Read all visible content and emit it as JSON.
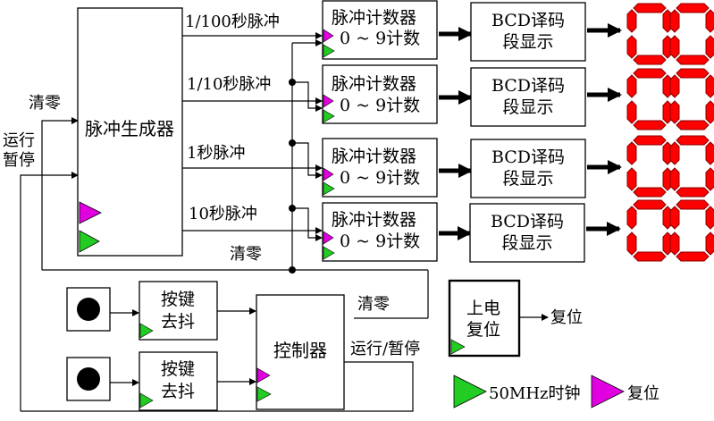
{
  "labels": {
    "reset_left": "清零",
    "run_pause_left_1": "运行",
    "run_pause_left_2": "暂停",
    "pulse_gen": "脉冲生成器",
    "pulse_100": "1/100秒脉冲",
    "pulse_10": "1/10秒脉冲",
    "pulse_1": "1秒脉冲",
    "pulse_10s": "10秒脉冲",
    "reset_mid": "清零",
    "counter_title": "脉冲计数器",
    "counter_range": "0 ~ 9计数",
    "bcd_line1": "BCD译码",
    "bcd_line2": "段显示",
    "debounce_line1": "按键",
    "debounce_line2": "去抖",
    "controller": "控制器",
    "ctrl_reset_out": "清零",
    "ctrl_run_out": "运行/暂停",
    "power_on_line1": "上电",
    "power_on_line2": "复位",
    "reset_out": "复位",
    "legend_clock": "50MHz时钟",
    "legend_reset": "复位"
  },
  "colors": {
    "clock": "#22cc22",
    "reset": "#e000e0",
    "segment_on": "#ff0000",
    "segment_outline": "#8b0000"
  },
  "icons": {
    "push_button": "push-button-icon",
    "seven_segment": "seven-segment-display-icon"
  }
}
